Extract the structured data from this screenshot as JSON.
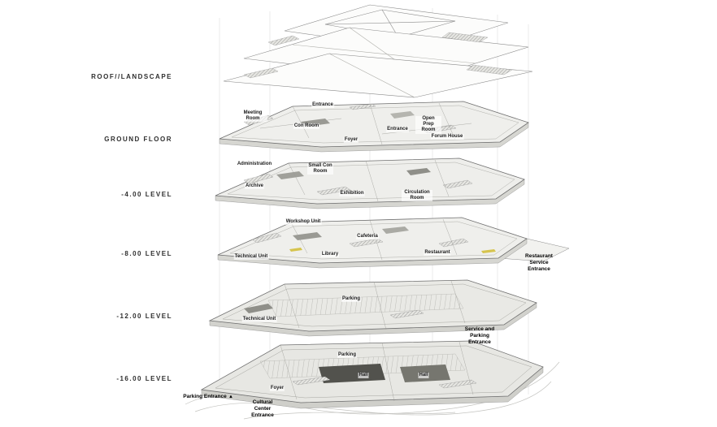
{
  "diagram": {
    "type": "exploded-axonometric-floor-plans",
    "levels": [
      {
        "label": "ROOF//LANDSCAPE",
        "rooms": []
      },
      {
        "label": "GROUND FLOOR",
        "rooms": [
          "Entrance",
          "Meeting Room",
          "Con Room",
          "Open Prep Room",
          "Entrance",
          "Foyer",
          "Forum House"
        ]
      },
      {
        "label": "-4.00 LEVEL",
        "rooms": [
          "Administration",
          "Small Con Room",
          "Archive",
          "Exhibition",
          "Circulation Room"
        ]
      },
      {
        "label": "-8.00 LEVEL",
        "rooms": [
          "Workshop Unit",
          "Cafeteria",
          "Technical Unit",
          "Library",
          "Restaurant",
          "Restaurant Service Entrance"
        ]
      },
      {
        "label": "-12.00 LEVEL",
        "rooms": [
          "Parking",
          "Technical Unit",
          "Service and Parking Entrance"
        ]
      },
      {
        "label": "-16.00 LEVEL",
        "rooms": [
          "Parking",
          "Hall",
          "Hall",
          "Foyer",
          "Parking Entrance",
          "Cultural Center Entrance"
        ]
      }
    ],
    "icons": {
      "entrance_marker": "▲"
    },
    "colors": {
      "background": "#ffffff",
      "plate_fill": "#efefec",
      "plate_edge": "#6f6f6f",
      "dark_zone": "#52524d",
      "accent_yellow": "#d6c44e"
    }
  }
}
